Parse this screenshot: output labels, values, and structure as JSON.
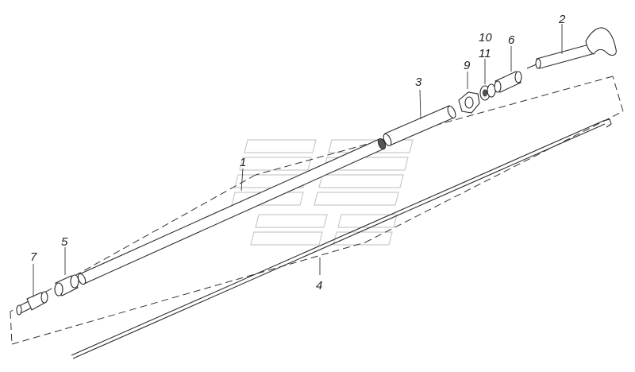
{
  "figure": {
    "callouts": {
      "p1": "1",
      "p2": "2",
      "p3": "3",
      "p4": "4",
      "p5": "5",
      "p6": "6",
      "p7": "7",
      "p9": "9",
      "p10": "10",
      "p11": "11"
    },
    "colors": {
      "line": "#2b2b2b",
      "watermark": "#c9c9c9",
      "background": "#ffffff"
    }
  }
}
